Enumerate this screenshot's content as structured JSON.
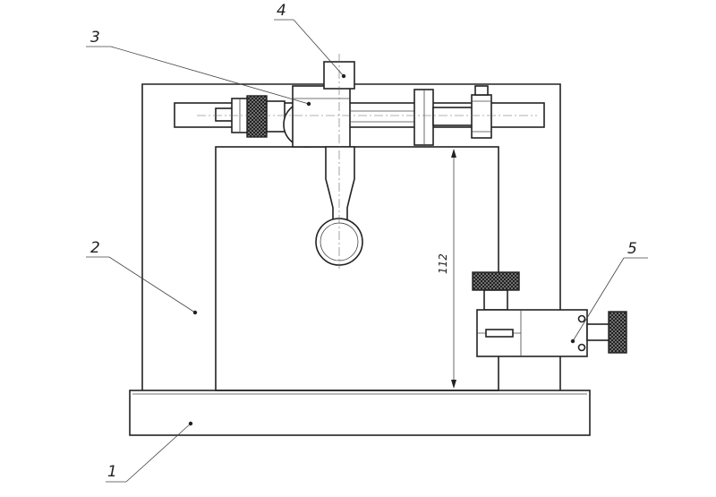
{
  "callouts": [
    {
      "id": "1",
      "text": "1"
    },
    {
      "id": "2",
      "text": "2"
    },
    {
      "id": "3",
      "text": "3"
    },
    {
      "id": "4",
      "text": "4"
    },
    {
      "id": "5",
      "text": "5"
    }
  ],
  "dimension": {
    "value": "112"
  },
  "colors": {
    "line": "#222222",
    "background": "#ffffff"
  }
}
